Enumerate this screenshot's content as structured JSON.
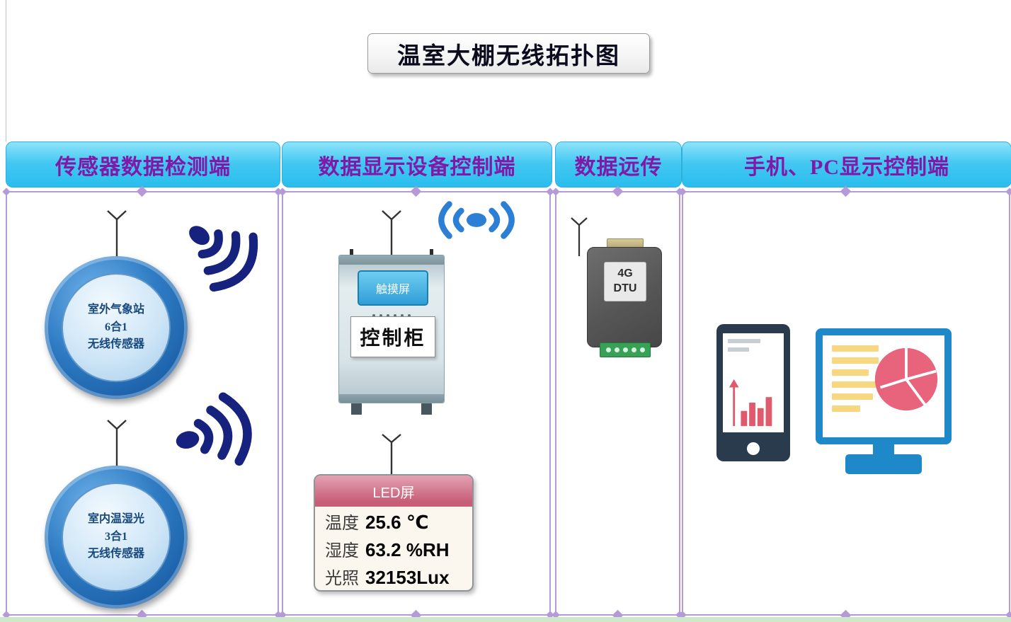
{
  "title": "温室大棚无线拓扑图",
  "columns": [
    {
      "header": "传感器数据检测端"
    },
    {
      "header": "数据显示设备控制端"
    },
    {
      "header": "数据远传"
    },
    {
      "header": "手机、PC显示控制端"
    }
  ],
  "sensors": [
    {
      "line1": "室外气象站",
      "line2": "6合1",
      "line3": "无线传感器"
    },
    {
      "line1": "室内温湿光",
      "line2": "3合1",
      "line3": "无线传感器"
    }
  ],
  "cabinet": {
    "touchscreen": "触摸屏",
    "label": "控制柜"
  },
  "led_panel": {
    "header": "LED屏",
    "rows": [
      {
        "label": "温度",
        "value": "25.6 ℃"
      },
      {
        "label": "湿度",
        "value": "63.2 %RH"
      },
      {
        "label": "光照",
        "value": "32153Lux"
      }
    ]
  },
  "dtu": {
    "line1": "4G",
    "line2": "DTU"
  },
  "colors": {
    "header_bg": "#45c8f2",
    "header_text": "#8018a8",
    "column_border": "#b49bd8",
    "signal_navy": "#16227e",
    "signal_blue": "#2b7fd4",
    "led_header": "#c75d77",
    "sensor_ring": "#0f4f97",
    "monitor_blue": "#1e88c9",
    "phone_navy": "#2b3b4e",
    "pie_pink": "#e8637c",
    "text_lines_yellow": "#f7d780",
    "dtu_terminal_green": "#37a156"
  }
}
